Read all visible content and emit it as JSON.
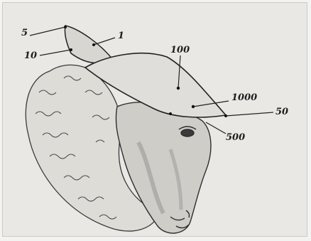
{
  "diagram": {
    "labels": {
      "l5": "5",
      "l1": "1",
      "l10": "10",
      "l100": "100",
      "l1000": "1000",
      "l50": "50",
      "l500": "500"
    }
  }
}
